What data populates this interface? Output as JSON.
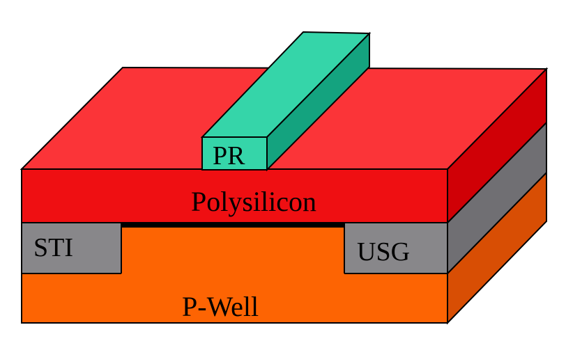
{
  "diagram": {
    "labels": {
      "pr": "PR",
      "poly": "Polysilicon",
      "sti": "STI",
      "usg": "USG",
      "pwell": "P-Well"
    }
  },
  "colors": {
    "pr_front": "#35d5a9",
    "pr_top": "#35d5a9",
    "pr_side": "#14a37f",
    "poly_front": "#ef0f12",
    "poly_top": "#fb3438",
    "poly_side": "#d00006",
    "oxide_front": "#88878a",
    "oxide_side": "#706f73",
    "gate_oxide": "#000000",
    "pwell_front": "#fd6403",
    "pwell_side": "#d84e04"
  }
}
